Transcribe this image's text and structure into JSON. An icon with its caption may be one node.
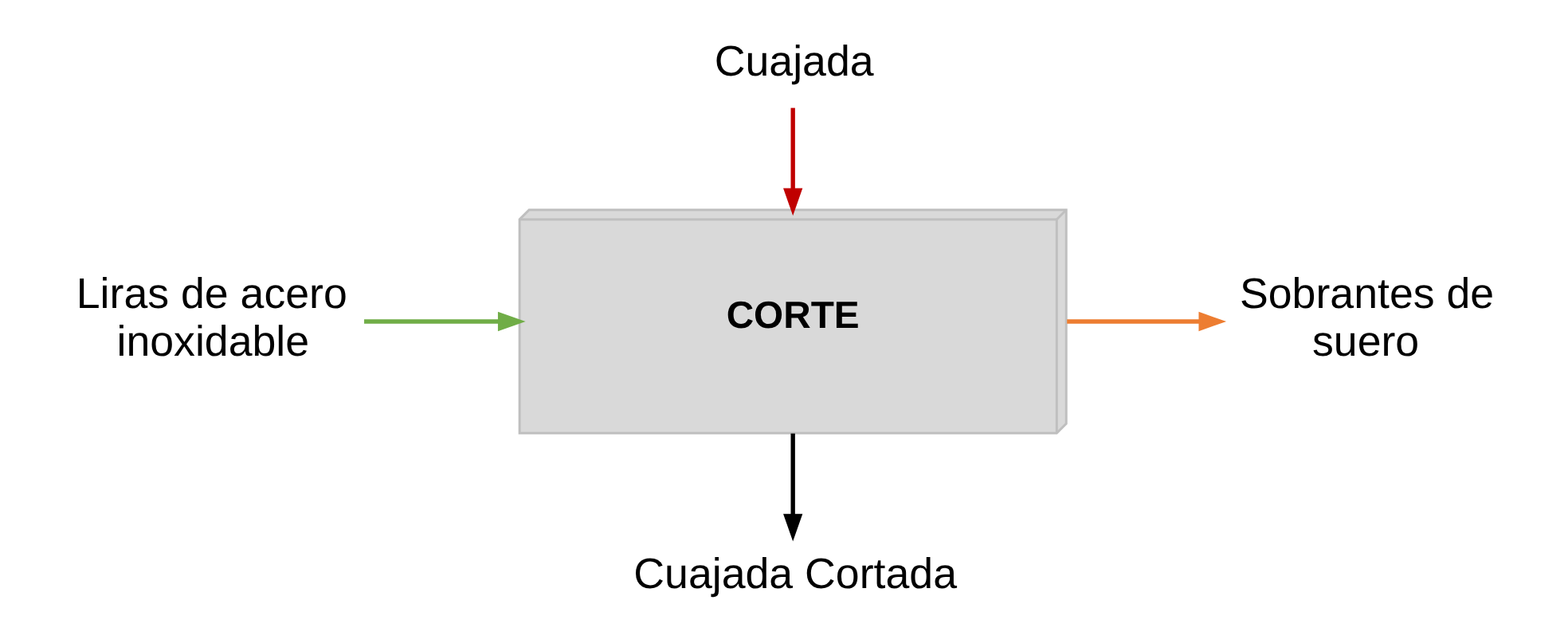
{
  "diagram": {
    "nodes": [
      {
        "text": [
          "CORTE"
        ]
      },
      {
        "text": [
          "Cuajada"
        ]
      },
      {
        "text": [
          "Liras de acero inoxidable"
        ]
      },
      {
        "text": [
          "Sobrantes de suero"
        ]
      },
      {
        "text": [
          "Cuajada Cortada"
        ]
      }
    ],
    "edges": [
      {
        "from": 1,
        "to": 0,
        "arrow": "to",
        "color": "#c00000"
      },
      {
        "from": 2,
        "to": 0,
        "arrow": "to",
        "color": "#70ad47"
      },
      {
        "from": 0,
        "to": 3,
        "arrow": "to",
        "color": "#ed7d31"
      },
      {
        "from": 0,
        "to": 4,
        "arrow": "to",
        "color": "#000000"
      }
    ]
  }
}
